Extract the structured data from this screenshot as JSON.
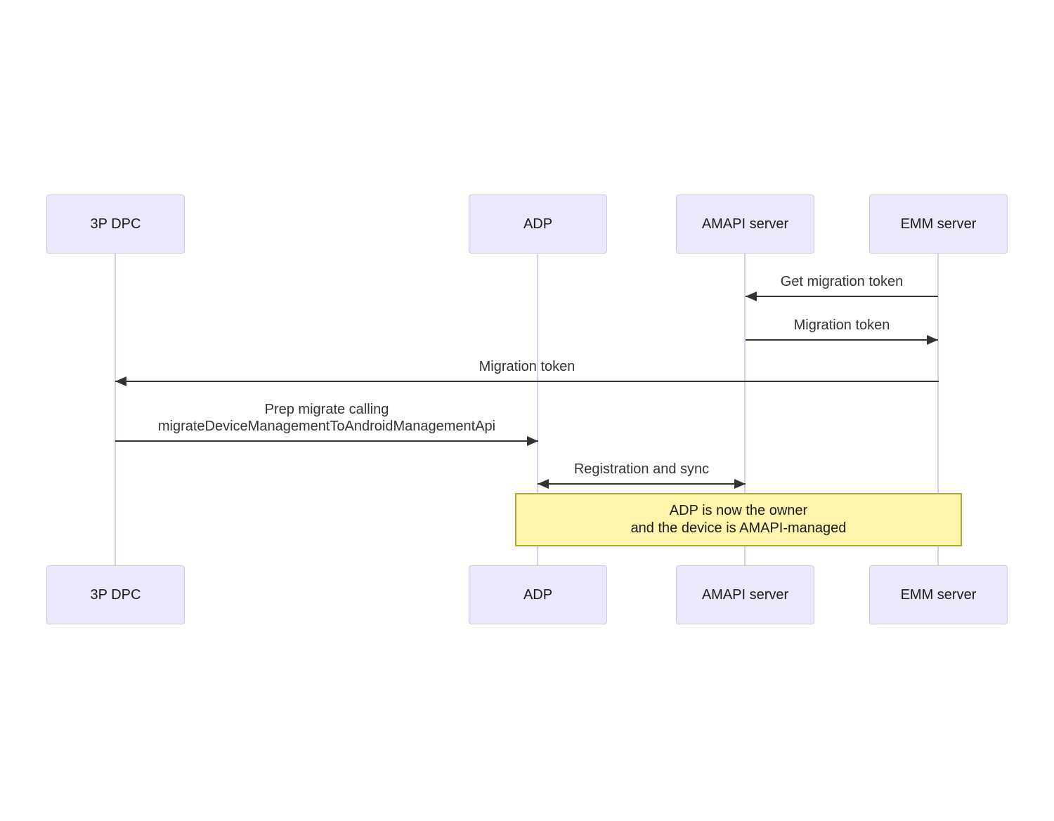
{
  "diagram": {
    "type": "sequence",
    "actors": [
      {
        "id": "3p-dpc",
        "label": "3P DPC"
      },
      {
        "id": "adp",
        "label": "ADP"
      },
      {
        "id": "amapi-server",
        "label": "AMAPI server"
      },
      {
        "id": "emm-server",
        "label": "EMM server"
      }
    ],
    "messages": [
      {
        "from": "emm-server",
        "to": "amapi-server",
        "direction": "left",
        "label": "Get migration token"
      },
      {
        "from": "amapi-server",
        "to": "emm-server",
        "direction": "right",
        "label": "Migration token"
      },
      {
        "from": "emm-server",
        "to": "3p-dpc",
        "direction": "left",
        "label": "Migration token"
      },
      {
        "from": "3p-dpc",
        "to": "adp",
        "direction": "right",
        "label": "Prep migrate calling\nmigrateDeviceManagementToAndroidManagementApi"
      },
      {
        "from": "adp",
        "to": "amapi-server",
        "direction": "both",
        "label": "Registration and sync"
      }
    ],
    "note": {
      "span": [
        "adp",
        "emm-server"
      ],
      "text": "ADP is now the owner\nand the device is AMAPI-managed"
    },
    "colors": {
      "background": "#FFFFFF",
      "actor_fill": "#E9E9FB",
      "actor_border": "#CFC6EB",
      "lifeline": "#D9CEEF",
      "message_line": "#333333",
      "message_text": "#333333",
      "note_fill": "#FFF5AD",
      "note_border": "#AAAA33",
      "note_text": "#1A1A1A"
    }
  }
}
